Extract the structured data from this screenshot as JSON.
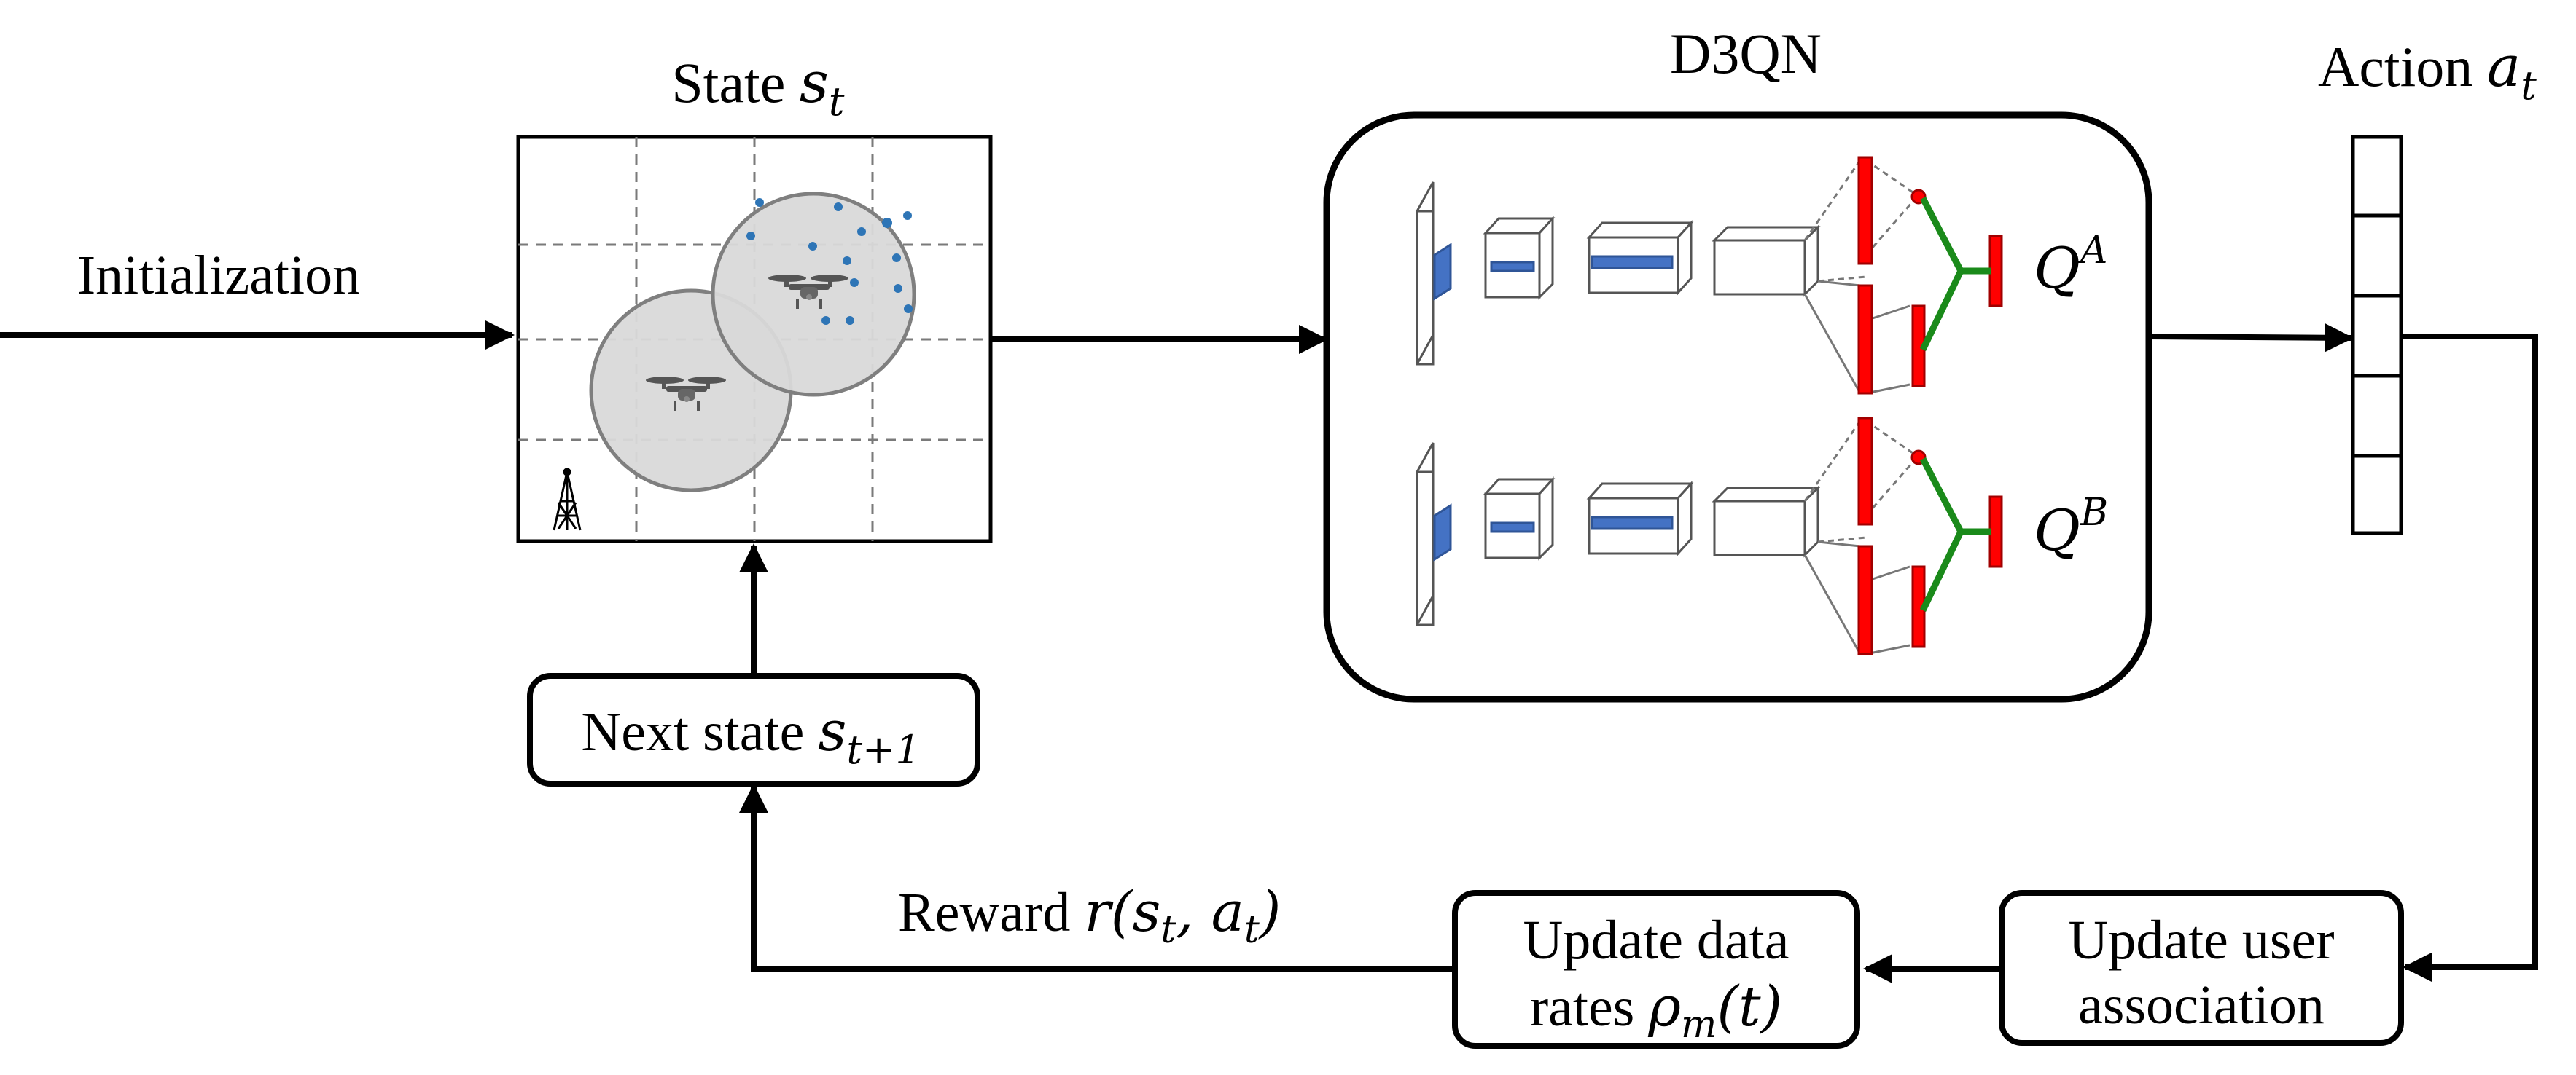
{
  "labels": {
    "initialization": "Initialization",
    "state_prefix": "State ",
    "state_symbol": "s",
    "state_sub": "t",
    "d3qn": "D3QN",
    "action_prefix": "Action ",
    "action_symbol": "a",
    "action_sub": "t",
    "next_state_prefix": "Next state ",
    "next_state_symbol": "s",
    "next_state_sub": "t+1",
    "reward_prefix": "Reward ",
    "reward_math": "r(s",
    "reward_sub1": "t",
    "reward_mid": ", a",
    "reward_sub2": "t",
    "reward_close": ")",
    "update_data_line1": "Update data",
    "update_data_line2": "rates ",
    "update_data_rho": "ρ",
    "update_data_rho_sub": "m",
    "update_data_t": "(t)",
    "update_user_line1": "Update user",
    "update_user_line2": "association",
    "qa_symbol": "Q",
    "qa_sup": "A",
    "qb_symbol": "Q",
    "qb_sup": "B"
  },
  "icons": {
    "drone": "drone-icon",
    "tower": "base-station-tower-icon"
  },
  "colors": {
    "stroke": "#000000",
    "coverage_fill": "#d9d9d9",
    "coverage_stroke": "#7f7f7f",
    "user_dot": "#2e75b6",
    "conv_blue": "#4472c4",
    "fc_red": "#ff0000",
    "merge_green": "#1a8a1a"
  }
}
